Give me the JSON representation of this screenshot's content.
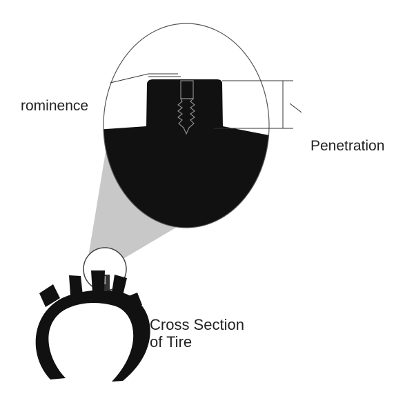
{
  "labels": {
    "prominence": "rominence",
    "penetration": "Penetration",
    "cross_section_line1": "Cross Section",
    "cross_section_line2": "of Tire"
  },
  "colors": {
    "fill": "#111111",
    "cone": "#c8c8c8",
    "outline": "#555555",
    "background": "#ffffff"
  }
}
